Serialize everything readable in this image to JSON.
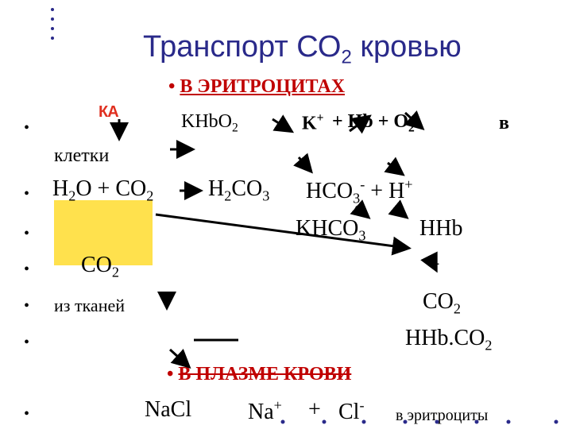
{
  "title": {
    "text": "Транспорт СО",
    "sub": "2",
    "rest": " кровью"
  },
  "bullet": "•",
  "ka_label": "КА",
  "in_erythrocytes": "В ЭРИТРОЦИТАХ",
  "line1": {
    "a": "KHbO",
    "a_sub": "2",
    "b": "K",
    "b_sup": "+",
    "c": " + Hb + O",
    "c_sub": "2",
    "d": "в"
  },
  "cells": "клетки",
  "line2": {
    "a": "H",
    "a_sub": "2",
    "b": "O + CO",
    "b_sub": "2",
    "c": "H",
    "c_sub": "2",
    "d": "CO",
    "d_sub": "3",
    "e": "HCO",
    "e_sub": "3",
    "e_sup": "-",
    "f": " + H",
    "f_sup": "+"
  },
  "line3": {
    "a": "KHCO",
    "a_sub": "3",
    "b": "HHb"
  },
  "line4": {
    "a": "CO",
    "a_sub": "2",
    "b": "+"
  },
  "line5": {
    "a": "из тканей",
    "b": "CO",
    "b_sub": "2"
  },
  "line6": {
    "a": "HHb.CO",
    "a_sub": "2"
  },
  "in_plasma": "В ПЛАЗМЕ КРОВИ",
  "line7": {
    "a": "NaCl",
    "b": "Na",
    "b_sup": "+",
    "c": "+",
    "d": "Cl",
    "d_sup": "-",
    "e": "в эритроциты"
  },
  "colors": {
    "title": "#2a2a8a",
    "heading": "#c00000",
    "highlight": "#ffe14d",
    "ka": "#e03020"
  }
}
